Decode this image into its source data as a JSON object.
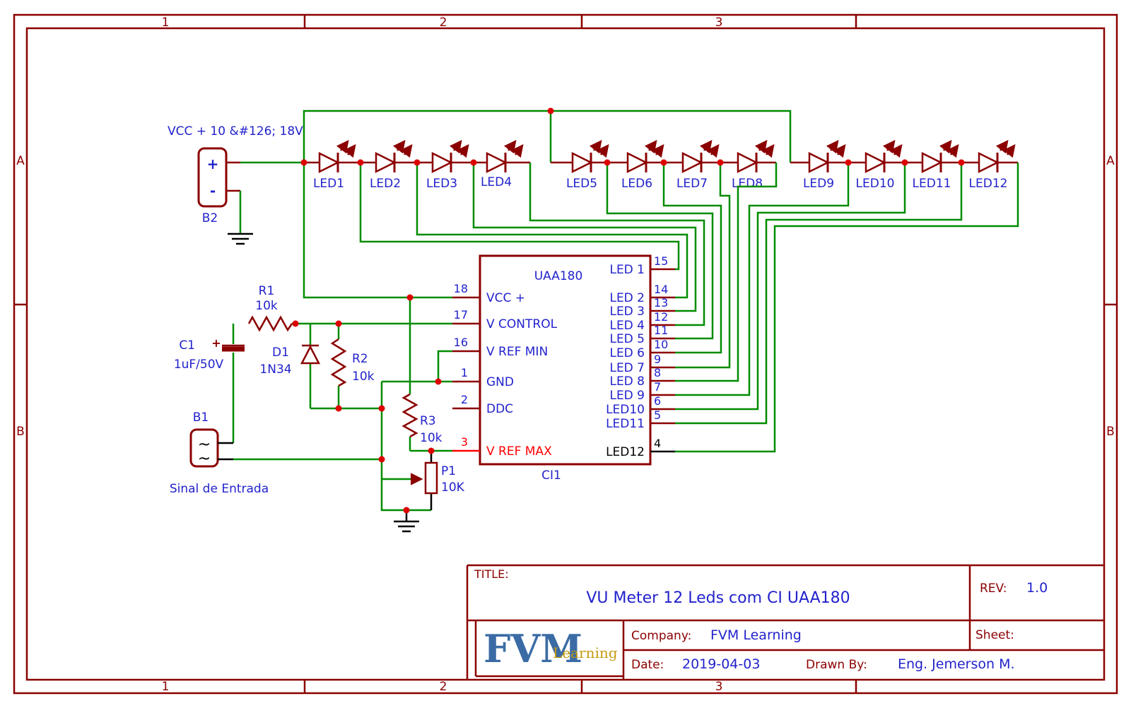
{
  "colors": {
    "symbol": "#8B0000",
    "wire": "#008C00",
    "label": "#2222CC",
    "junction": "#DD0000",
    "highlight": "#FF0000",
    "black": "#000000",
    "logo_blue": "#3A6BA5",
    "logo_gold": "#C49A10"
  },
  "frame": {
    "cols": [
      "1",
      "2",
      "3"
    ],
    "rows": [
      "A",
      "B"
    ]
  },
  "power": {
    "vcc_label": "VCC + 10 &#126; 18V",
    "b2_ref": "B2",
    "plus": "+",
    "minus": "-"
  },
  "leds": [
    "LED1",
    "LED2",
    "LED3",
    "LED4",
    "LED5",
    "LED6",
    "LED7",
    "LED8",
    "LED9",
    "LED10",
    "LED11",
    "LED12"
  ],
  "components": {
    "r1": {
      "ref": "R1",
      "value": "10k"
    },
    "r2": {
      "ref": "R2",
      "value": "10k"
    },
    "r3": {
      "ref": "R3",
      "value": "10k"
    },
    "c1": {
      "ref": "C1",
      "value": "1uF/50V",
      "plus": "+"
    },
    "d1": {
      "ref": "D1",
      "value": "1N34"
    },
    "p1": {
      "ref": "P1",
      "value": "10K"
    },
    "b1": {
      "ref": "B1",
      "label": "Sinal de Entrada",
      "tilde": "~"
    }
  },
  "ic": {
    "name": "UAA180",
    "ref": "CI1",
    "left_pins": [
      {
        "num": "18",
        "label": "VCC +"
      },
      {
        "num": "17",
        "label": "V CONTROL"
      },
      {
        "num": "16",
        "label": "V REF MIN"
      },
      {
        "num": "1",
        "label": "GND"
      },
      {
        "num": "2",
        "label": "DDC"
      },
      {
        "num": "3",
        "label": "V REF MAX"
      }
    ],
    "right_pins": [
      {
        "num": "15",
        "label": "LED 1"
      },
      {
        "num": "14",
        "label": "LED 2"
      },
      {
        "num": "13",
        "label": "LED 3"
      },
      {
        "num": "12",
        "label": "LED 4"
      },
      {
        "num": "11",
        "label": "LED 5"
      },
      {
        "num": "10",
        "label": "LED 6"
      },
      {
        "num": "9",
        "label": "LED 7"
      },
      {
        "num": "8",
        "label": "LED 8"
      },
      {
        "num": "7",
        "label": "LED 9"
      },
      {
        "num": "6",
        "label": "LED10"
      },
      {
        "num": "5",
        "label": "LED11"
      },
      {
        "num": "4",
        "label": "LED12"
      }
    ]
  },
  "title_block": {
    "title_label": "TITLE:",
    "title": "VU Meter 12 Leds com CI UAA180",
    "rev_label": "REV:",
    "rev": "1.0",
    "company_label": "Company:",
    "company": "FVM Learning",
    "sheet_label": "Sheet:",
    "date_label": "Date:",
    "date": "2019-04-03",
    "drawn_by_label": "Drawn By:",
    "drawn_by": "Eng. Jemerson M.",
    "logo_main": "FVM",
    "logo_sub": "Learning"
  }
}
